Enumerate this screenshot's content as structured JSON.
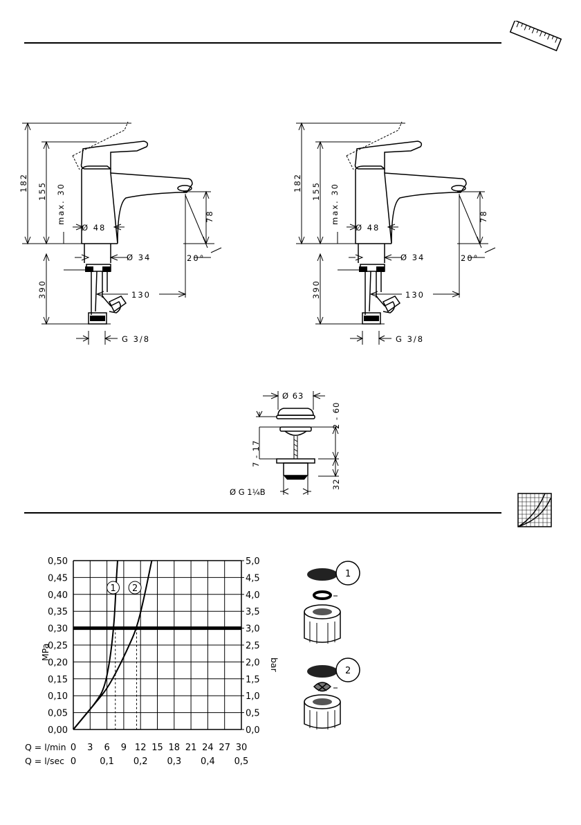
{
  "faucet": {
    "height_overall": "182",
    "height_spout": "155",
    "handle_travel": "max. 30",
    "body_diameter": "Ø 48",
    "spout_height": "78",
    "shank_diameter": "Ø 34",
    "spout_angle": "20°",
    "below_deck": "390",
    "spout_reach": "130",
    "connection": "G 3/8"
  },
  "waste": {
    "plug_diameter": "Ø 63",
    "plug_travel": "2 - 60",
    "clamp_range": "7 - 17",
    "thread_length": "32",
    "thread": "Ø G 1¼B"
  },
  "flow_chart_labels": {
    "curve1": "1",
    "curve2": "2",
    "marker_top": "1",
    "marker_bottom": "2"
  },
  "chart_data": {
    "type": "line",
    "ylabel_left": "MPa",
    "ylabel_right": "bar",
    "left_ticks": [
      "0,50",
      "0,45",
      "0,40",
      "0,35",
      "0,30",
      "0,25",
      "0,20",
      "0,15",
      "0,10",
      "0,05",
      "0,00"
    ],
    "right_ticks": [
      "5,0",
      "4,5",
      "4,0",
      "3,5",
      "3,0",
      "2,5",
      "2,0",
      "1,5",
      "1,0",
      "0,5",
      "0,0"
    ],
    "x_label_min": "Q = l/min",
    "x_ticks_min": [
      "0",
      "3",
      "6",
      "9",
      "12",
      "15",
      "18",
      "21",
      "24",
      "27",
      "30"
    ],
    "x_label_sec": "Q = l/sec",
    "x_ticks_sec": [
      "0",
      "0,1",
      "0,2",
      "0,3",
      "0,4",
      "0,5"
    ],
    "xlim": [
      0,
      30
    ],
    "ylim": [
      0,
      0.5
    ],
    "reference_pressure": 0.3,
    "series": [
      {
        "name": "1",
        "x": [
          0,
          2,
          4,
          5.5,
          6.5,
          7.2,
          7.5,
          7.7,
          7.9
        ],
        "y": [
          0,
          0.04,
          0.08,
          0.12,
          0.2,
          0.3,
          0.38,
          0.45,
          0.5
        ]
      },
      {
        "name": "2",
        "x": [
          0,
          2,
          4,
          6,
          8,
          10,
          11.3,
          12.5,
          14
        ],
        "y": [
          0,
          0.04,
          0.08,
          0.12,
          0.18,
          0.25,
          0.3,
          0.38,
          0.5
        ]
      }
    ],
    "readings_lmin": [
      7.5,
      11.3
    ]
  }
}
